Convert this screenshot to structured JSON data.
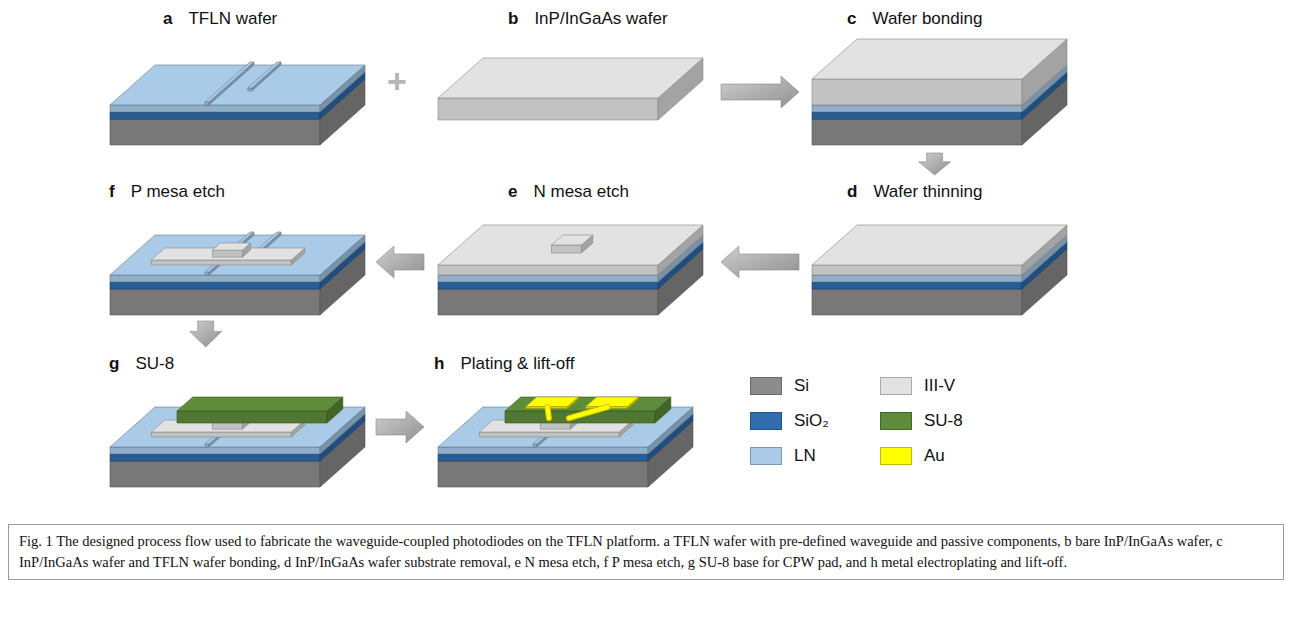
{
  "diagram": {
    "caption": "Fig. 1 The designed process flow used to fabricate the waveguide-coupled photodiodes on the TFLN platform. a TFLN wafer with pre-defined waveguide and passive components, b bare InP/InGaAs wafer, c InP/InGaAs wafer and TFLN wafer bonding, d InP/InGaAs wafer substrate removal, e N mesa etch, f P mesa etch, g SU-8 base for CPW pad, and h metal electroplating and lift-off.",
    "nodes": [
      {
        "text": [
          "a",
          "TFLN wafer"
        ]
      },
      {
        "text": [
          "b",
          "InP/InGaAs wafer"
        ]
      },
      {
        "text": [
          "c",
          "Wafer bonding"
        ]
      },
      {
        "text": [
          "d",
          "Wafer thinning"
        ]
      },
      {
        "text": [
          "e",
          "N mesa etch"
        ]
      },
      {
        "text": [
          "f",
          "P mesa etch"
        ]
      },
      {
        "text": [
          "g",
          "SU-8"
        ]
      },
      {
        "text": [
          "h",
          "Plating & lift-off"
        ]
      }
    ],
    "edges": [
      {
        "from": 1,
        "to": 2,
        "arrow": "to"
      },
      {
        "from": 2,
        "to": 3,
        "arrow": "to"
      },
      {
        "from": 3,
        "to": 4,
        "arrow": "to"
      },
      {
        "from": 4,
        "to": 5,
        "arrow": "to"
      },
      {
        "from": 5,
        "to": 6,
        "arrow": "to"
      },
      {
        "from": 6,
        "to": 7,
        "arrow": "to"
      }
    ],
    "labels": [
      "+"
    ],
    "legend": [
      {
        "text": "Si",
        "color": "#8c8c8c"
      },
      {
        "text": "III-V",
        "color": "#e2e2e2"
      },
      {
        "text": "SiO₂",
        "color": "#2f6db0"
      },
      {
        "text": "SU-8",
        "color": "#5e8c3a"
      },
      {
        "text": "LN",
        "color": "#a9cbe8"
      },
      {
        "text": "Au",
        "color": "#ffff00"
      }
    ]
  }
}
